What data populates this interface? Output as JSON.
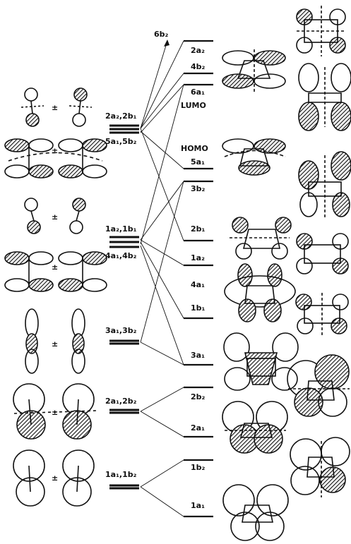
{
  "left_labels": {
    "g1": "2a₂,2b₁",
    "g2": "5a₁,5b₂",
    "g3": "1a₂,1b₁",
    "g4": "4a₁,4b₂",
    "g5": "3a₁,3b₂",
    "g6": "2a₁,2b₂",
    "g7": "1a₁,1b₂"
  },
  "right_labels": {
    "l6b2": "6b₂",
    "l2a2": "2a₂",
    "l4b2": "4b₂",
    "l6a1": "6a₁",
    "lumo": "LUMO",
    "homo": "HOMO",
    "l5a1": "5a₁",
    "l3b2": "3b₂",
    "l2b1": "2b₁",
    "l1a2": "1a₂",
    "l4a1": "4a₁",
    "l1b1": "1b₁",
    "l3a1": "3a₁",
    "l2b2": "2b₂",
    "l2a1": "2a₁",
    "l1b2": "1b₂",
    "l1a1": "1a₁"
  },
  "pm": "±"
}
